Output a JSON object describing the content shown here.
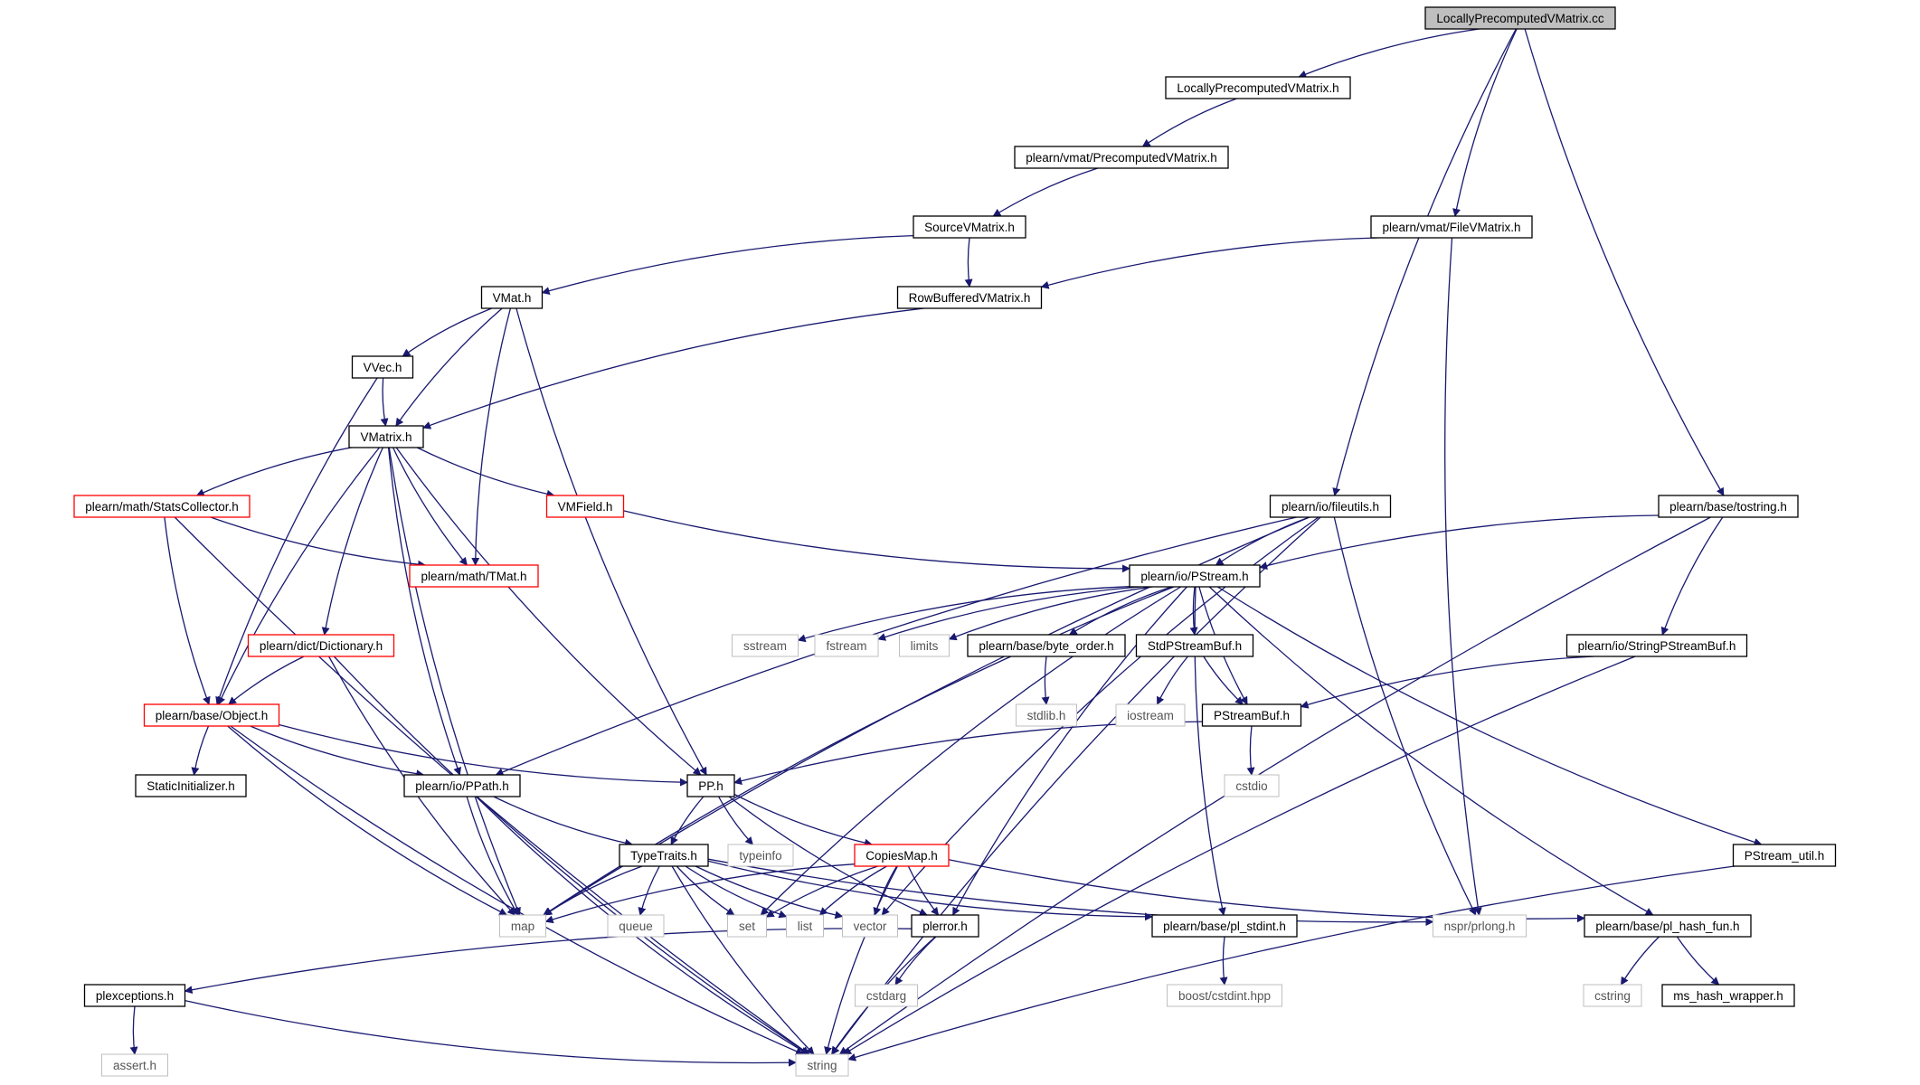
{
  "diagram": {
    "colors": {
      "edge": "#191970",
      "root_fill": "#bfbfbf",
      "documented_border": "#000000",
      "incomplete_border": "#ff0000",
      "external_border": "#bfbfbf",
      "external_text": "#555555",
      "text": "#000000"
    },
    "nodes": [
      {
        "id": "root",
        "label": "LocallyPrecomputedVMatrix.cc",
        "kind": "root"
      },
      {
        "id": "lpvm_h",
        "label": "LocallyPrecomputedVMatrix.h",
        "kind": "doc"
      },
      {
        "id": "pvm_h",
        "label": "plearn/vmat/PrecomputedVMatrix.h",
        "kind": "doc"
      },
      {
        "id": "svm_h",
        "label": "SourceVMatrix.h",
        "kind": "doc"
      },
      {
        "id": "fvm_h",
        "label": "plearn/vmat/FileVMatrix.h",
        "kind": "doc"
      },
      {
        "id": "vmat_h",
        "label": "VMat.h",
        "kind": "doc"
      },
      {
        "id": "rbvm_h",
        "label": "RowBufferedVMatrix.h",
        "kind": "doc"
      },
      {
        "id": "vvec_h",
        "label": "VVec.h",
        "kind": "doc"
      },
      {
        "id": "vmatrix_h",
        "label": "VMatrix.h",
        "kind": "doc"
      },
      {
        "id": "stats_h",
        "label": "plearn/math/StatsCollector.h",
        "kind": "incomplete"
      },
      {
        "id": "vmfield_h",
        "label": "VMField.h",
        "kind": "incomplete"
      },
      {
        "id": "fileutils_h",
        "label": "plearn/io/fileutils.h",
        "kind": "doc"
      },
      {
        "id": "tostring_h",
        "label": "plearn/base/tostring.h",
        "kind": "doc"
      },
      {
        "id": "tmat_h",
        "label": "plearn/math/TMat.h",
        "kind": "incomplete"
      },
      {
        "id": "pstream_h",
        "label": "plearn/io/PStream.h",
        "kind": "doc"
      },
      {
        "id": "dict_h",
        "label": "plearn/dict/Dictionary.h",
        "kind": "incomplete"
      },
      {
        "id": "sstream",
        "label": "sstream",
        "kind": "ext"
      },
      {
        "id": "fstream",
        "label": "fstream",
        "kind": "ext"
      },
      {
        "id": "limits",
        "label": "limits",
        "kind": "ext"
      },
      {
        "id": "byteorder_h",
        "label": "plearn/base/byte_order.h",
        "kind": "doc"
      },
      {
        "id": "stdpsb_h",
        "label": "StdPStreamBuf.h",
        "kind": "doc"
      },
      {
        "id": "spsb_h",
        "label": "plearn/io/StringPStreamBuf.h",
        "kind": "doc"
      },
      {
        "id": "object_h",
        "label": "plearn/base/Object.h",
        "kind": "incomplete"
      },
      {
        "id": "stdlib_h",
        "label": "stdlib.h",
        "kind": "ext"
      },
      {
        "id": "iostream",
        "label": "iostream",
        "kind": "ext"
      },
      {
        "id": "psb_h",
        "label": "PStreamBuf.h",
        "kind": "doc"
      },
      {
        "id": "staticinit_h",
        "label": "StaticInitializer.h",
        "kind": "doc"
      },
      {
        "id": "ppath_h",
        "label": "plearn/io/PPath.h",
        "kind": "doc"
      },
      {
        "id": "pp_h",
        "label": "PP.h",
        "kind": "doc"
      },
      {
        "id": "cstdio",
        "label": "cstdio",
        "kind": "ext"
      },
      {
        "id": "typeinfo",
        "label": "typeinfo",
        "kind": "ext"
      },
      {
        "id": "typetraits_h",
        "label": "TypeTraits.h",
        "kind": "doc"
      },
      {
        "id": "copiesmap_h",
        "label": "CopiesMap.h",
        "kind": "incomplete"
      },
      {
        "id": "pstreamutil_h",
        "label": "PStream_util.h",
        "kind": "doc"
      },
      {
        "id": "map",
        "label": "map",
        "kind": "ext"
      },
      {
        "id": "queue",
        "label": "queue",
        "kind": "ext"
      },
      {
        "id": "set",
        "label": "set",
        "kind": "ext"
      },
      {
        "id": "list",
        "label": "list",
        "kind": "ext"
      },
      {
        "id": "vector",
        "label": "vector",
        "kind": "ext"
      },
      {
        "id": "plerror_h",
        "label": "plerror.h",
        "kind": "doc"
      },
      {
        "id": "plstdint_h",
        "label": "plearn/base/pl_stdint.h",
        "kind": "doc"
      },
      {
        "id": "prlong_h",
        "label": "nspr/prlong.h",
        "kind": "ext"
      },
      {
        "id": "plhash_h",
        "label": "plearn/base/pl_hash_fun.h",
        "kind": "doc"
      },
      {
        "id": "plexcept_h",
        "label": "plexceptions.h",
        "kind": "doc"
      },
      {
        "id": "cstdarg",
        "label": "cstdarg",
        "kind": "ext"
      },
      {
        "id": "cstdint_hpp",
        "label": "boost/cstdint.hpp",
        "kind": "ext"
      },
      {
        "id": "cstring",
        "label": "cstring",
        "kind": "ext"
      },
      {
        "id": "mshash_h",
        "label": "ms_hash_wrapper.h",
        "kind": "doc"
      },
      {
        "id": "assert_h",
        "label": "assert.h",
        "kind": "ext"
      },
      {
        "id": "string",
        "label": "string",
        "kind": "ext"
      }
    ],
    "edges": [
      [
        "root",
        "lpvm_h"
      ],
      [
        "root",
        "fvm_h"
      ],
      [
        "root",
        "fileutils_h"
      ],
      [
        "root",
        "tostring_h"
      ],
      [
        "lpvm_h",
        "pvm_h"
      ],
      [
        "pvm_h",
        "svm_h"
      ],
      [
        "svm_h",
        "vmat_h"
      ],
      [
        "svm_h",
        "rbvm_h"
      ],
      [
        "fvm_h",
        "rbvm_h"
      ],
      [
        "fvm_h",
        "prlong_h"
      ],
      [
        "rbvm_h",
        "vmatrix_h"
      ],
      [
        "vmat_h",
        "vvec_h"
      ],
      [
        "vmat_h",
        "vmatrix_h"
      ],
      [
        "vmat_h",
        "tmat_h"
      ],
      [
        "vmat_h",
        "pp_h"
      ],
      [
        "vvec_h",
        "vmatrix_h"
      ],
      [
        "vvec_h",
        "object_h"
      ],
      [
        "vmatrix_h",
        "stats_h"
      ],
      [
        "vmatrix_h",
        "vmfield_h"
      ],
      [
        "vmatrix_h",
        "tmat_h"
      ],
      [
        "vmatrix_h",
        "dict_h"
      ],
      [
        "vmatrix_h",
        "object_h"
      ],
      [
        "vmatrix_h",
        "ppath_h"
      ],
      [
        "vmatrix_h",
        "pp_h"
      ],
      [
        "vmatrix_h",
        "map"
      ],
      [
        "stats_h",
        "tmat_h"
      ],
      [
        "stats_h",
        "object_h"
      ],
      [
        "stats_h",
        "string"
      ],
      [
        "vmfield_h",
        "pstream_h"
      ],
      [
        "fileutils_h",
        "pstream_h"
      ],
      [
        "fileutils_h",
        "ppath_h"
      ],
      [
        "fileutils_h",
        "map"
      ],
      [
        "fileutils_h",
        "vector"
      ],
      [
        "fileutils_h",
        "prlong_h"
      ],
      [
        "fileutils_h",
        "string"
      ],
      [
        "tostring_h",
        "pstream_h"
      ],
      [
        "tostring_h",
        "spsb_h"
      ],
      [
        "tostring_h",
        "string"
      ],
      [
        "pstream_h",
        "sstream"
      ],
      [
        "pstream_h",
        "fstream"
      ],
      [
        "pstream_h",
        "limits"
      ],
      [
        "pstream_h",
        "byteorder_h"
      ],
      [
        "pstream_h",
        "stdpsb_h"
      ],
      [
        "pstream_h",
        "psb_h"
      ],
      [
        "pstream_h",
        "map"
      ],
      [
        "pstream_h",
        "set"
      ],
      [
        "pstream_h",
        "plerror_h"
      ],
      [
        "pstream_h",
        "plstdint_h"
      ],
      [
        "pstream_h",
        "plhash_h"
      ],
      [
        "pstream_h",
        "pstreamutil_h"
      ],
      [
        "byteorder_h",
        "stdlib_h"
      ],
      [
        "stdpsb_h",
        "iostream"
      ],
      [
        "stdpsb_h",
        "psb_h"
      ],
      [
        "spsb_h",
        "psb_h"
      ],
      [
        "spsb_h",
        "string"
      ],
      [
        "psb_h",
        "pp_h"
      ],
      [
        "psb_h",
        "cstdio"
      ],
      [
        "dict_h",
        "object_h"
      ],
      [
        "dict_h",
        "map"
      ],
      [
        "dict_h",
        "string"
      ],
      [
        "object_h",
        "staticinit_h"
      ],
      [
        "object_h",
        "ppath_h"
      ],
      [
        "object_h",
        "pp_h"
      ],
      [
        "object_h",
        "map"
      ],
      [
        "object_h",
        "string"
      ],
      [
        "ppath_h",
        "typetraits_h"
      ],
      [
        "ppath_h",
        "map"
      ],
      [
        "ppath_h",
        "string"
      ],
      [
        "pp_h",
        "typetraits_h"
      ],
      [
        "pp_h",
        "typeinfo"
      ],
      [
        "pp_h",
        "copiesmap_h"
      ],
      [
        "pp_h",
        "plerror_h"
      ],
      [
        "typetraits_h",
        "map"
      ],
      [
        "typetraits_h",
        "queue"
      ],
      [
        "typetraits_h",
        "set"
      ],
      [
        "typetraits_h",
        "list"
      ],
      [
        "typetraits_h",
        "vector"
      ],
      [
        "typetraits_h",
        "string"
      ],
      [
        "typetraits_h",
        "plstdint_h"
      ],
      [
        "typetraits_h",
        "prlong_h"
      ],
      [
        "copiesmap_h",
        "map"
      ],
      [
        "copiesmap_h",
        "set"
      ],
      [
        "copiesmap_h",
        "list"
      ],
      [
        "copiesmap_h",
        "vector"
      ],
      [
        "copiesmap_h",
        "plerror_h"
      ],
      [
        "copiesmap_h",
        "string"
      ],
      [
        "copiesmap_h",
        "plhash_h"
      ],
      [
        "plerror_h",
        "plexcept_h"
      ],
      [
        "plerror_h",
        "cstdarg"
      ],
      [
        "plerror_h",
        "string"
      ],
      [
        "plstdint_h",
        "cstdint_hpp"
      ],
      [
        "plhash_h",
        "cstring"
      ],
      [
        "plhash_h",
        "mshash_h"
      ],
      [
        "plexcept_h",
        "assert_h"
      ],
      [
        "plexcept_h",
        "string"
      ],
      [
        "pstreamutil_h",
        "string"
      ]
    ]
  }
}
